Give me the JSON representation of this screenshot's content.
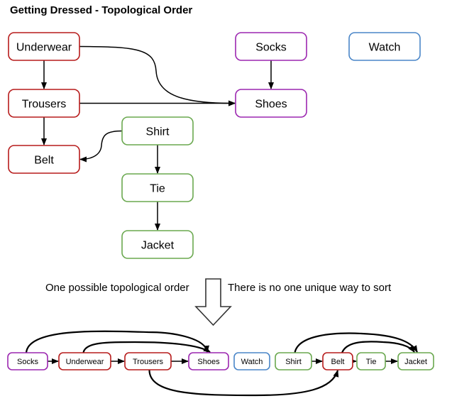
{
  "title": "Getting Dressed - Topological Order",
  "captions": {
    "left": "One possible topological order",
    "right": "There is no one unique way to sort"
  },
  "colors": {
    "red": "#b71c1c",
    "purple": "#9c27b0",
    "blue": "#4a86c8",
    "green": "#6aa84f",
    "edge": "#000000"
  },
  "graph": {
    "nodes": [
      {
        "id": "underwear",
        "label": "Underwear",
        "group": "red"
      },
      {
        "id": "socks",
        "label": "Socks",
        "group": "purple"
      },
      {
        "id": "watch",
        "label": "Watch",
        "group": "blue"
      },
      {
        "id": "trousers",
        "label": "Trousers",
        "group": "red"
      },
      {
        "id": "shoes",
        "label": "Shoes",
        "group": "purple"
      },
      {
        "id": "shirt",
        "label": "Shirt",
        "group": "green"
      },
      {
        "id": "belt",
        "label": "Belt",
        "group": "red"
      },
      {
        "id": "tie",
        "label": "Tie",
        "group": "green"
      },
      {
        "id": "jacket",
        "label": "Jacket",
        "group": "green"
      }
    ],
    "edges": [
      {
        "from": "underwear",
        "to": "trousers"
      },
      {
        "from": "underwear",
        "to": "shoes"
      },
      {
        "from": "trousers",
        "to": "shoes"
      },
      {
        "from": "trousers",
        "to": "belt"
      },
      {
        "from": "socks",
        "to": "shoes"
      },
      {
        "from": "shirt",
        "to": "belt"
      },
      {
        "from": "shirt",
        "to": "tie"
      },
      {
        "from": "tie",
        "to": "jacket"
      }
    ]
  },
  "order": {
    "sequence": [
      "socks",
      "underwear",
      "trousers",
      "shoes",
      "watch",
      "shirt",
      "belt",
      "tie",
      "jacket"
    ]
  }
}
